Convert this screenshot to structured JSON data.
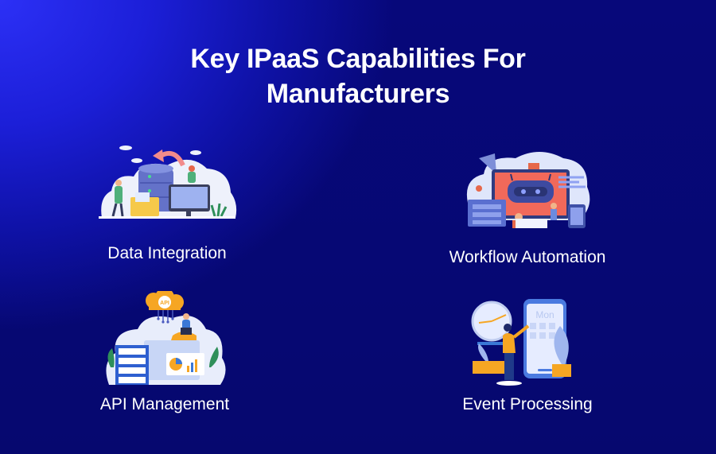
{
  "header": {
    "title_line1": "Key IPaaS Capabilities For",
    "title_line2": "Manufacturers"
  },
  "capabilities": [
    {
      "label": "Data Integration",
      "icon": "data-integration-illustration"
    },
    {
      "label": "Workflow Automation",
      "icon": "workflow-automation-illustration"
    },
    {
      "label": "API Management",
      "icon": "api-management-illustration",
      "badge": "API"
    },
    {
      "label": "Event Processing",
      "icon": "event-processing-illustration",
      "calendar_text": "Mon"
    }
  ],
  "colors": {
    "bg_bright": "#2c30f6",
    "bg_dark": "#06086f",
    "text": "#ffffff",
    "accent_orange": "#f6a623",
    "accent_coral": "#f47c6a"
  }
}
